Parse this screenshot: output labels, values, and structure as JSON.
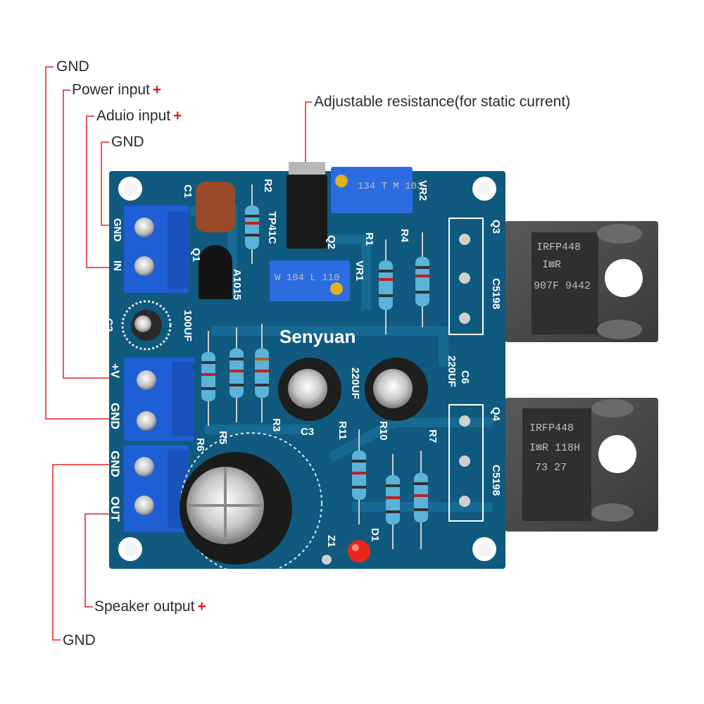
{
  "callouts": {
    "gnd_top": "GND",
    "power_input": "Power input",
    "audio_input": "Aduio input",
    "gnd_signal": "GND",
    "adjustable": "Adjustable resistance(for static current)",
    "speaker_output": "Speaker output",
    "gnd_bottom": "GND",
    "plus_sign": "+"
  },
  "board": {
    "brand": "Senyuan",
    "labels": {
      "c1": "C1",
      "r2": "R2",
      "tp41c": "TP41C",
      "q2": "Q2",
      "vr2": "VR2",
      "q3": "Q3",
      "gnd_left": "GND",
      "in_left": "IN",
      "q1": "Q1",
      "a1015": "A1015",
      "r1": "R1",
      "r4": "R4",
      "vr1": "VR1",
      "c5198_top": "C5198",
      "c2": "C2",
      "cap_100uf": "100UF",
      "plus_v": "+V",
      "gnd_mid": "GND",
      "c6": "C6",
      "cap_220uf_right": "220UF",
      "cap_220uf_left": "220UF",
      "q4": "Q4",
      "c5198_bottom": "C5198",
      "r6": "R6",
      "r5": "R5",
      "r3": "R3",
      "c3": "C3",
      "r11": "R11",
      "r10": "R10",
      "r7": "R7",
      "gnd_out": "GND",
      "out": "OUT",
      "z1": "Z1",
      "d1": "D1"
    }
  },
  "components": {
    "trimmer_vr2": "134 T M  103",
    "trimmer_vr1": "W 104  L 110",
    "mosfet_top": [
      "IRFP448",
      "I⊠R",
      "907F 9442"
    ],
    "mosfet_bottom": [
      "IRFP448",
      "I⊠R 118H",
      "73   27"
    ]
  },
  "colors": {
    "pcb": "#0f5a7e",
    "terminal_block": "#1f5fd6",
    "callout_line": "#e02020",
    "led": "#e8281e"
  }
}
